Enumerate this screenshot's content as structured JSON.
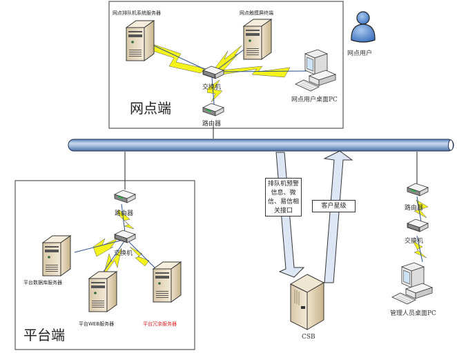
{
  "zones": {
    "branch": {
      "title": "网点端"
    },
    "platform": {
      "title": "平台端"
    }
  },
  "branch": {
    "queue_server": "网点排队机系统服务器",
    "touch_terminal": "网点触摸屏终端",
    "user": "网点用户",
    "switch": "交换机",
    "desktop_pc": "网点用户桌面PC",
    "router": "路由器"
  },
  "platform": {
    "router": "路由器",
    "switch": "交换机",
    "db_server": "平台数据库服务器",
    "web_server": "平台WEB服务器",
    "redundant_server": "平台冗余服务器",
    "redundant_color": "#e02020"
  },
  "center": {
    "arrow_down_label": "排队机预警信息、微信、易信相关接口",
    "arrow_up_label": "客户星级",
    "csb": "CSB"
  },
  "admin": {
    "router": "路由器",
    "switch": "交换机",
    "pc": "管理人员桌面PC"
  },
  "colors": {
    "bus": "#9fb8d8",
    "link": "#2a4f8f",
    "bolt": "#f4f41a",
    "arrow": "#dce6f4"
  }
}
